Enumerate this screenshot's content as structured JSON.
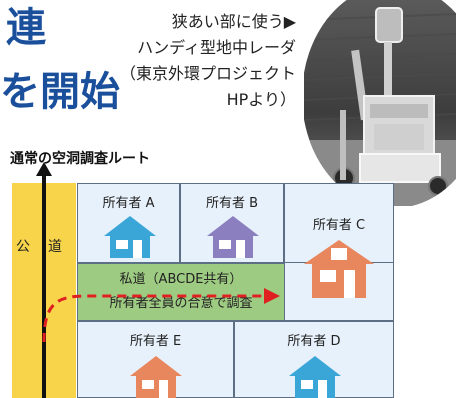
{
  "headline": {
    "line1_partial": "連",
    "line2_partial": "を開始"
  },
  "photo_caption": {
    "line1": "狭あい部に使う▶",
    "line2": "ハンディ型地中レーダ",
    "line3": "（東京外環プロジェクト",
    "line4": "HPより）"
  },
  "route_label": "通常の空洞調査ルート",
  "public_road": {
    "char1": "公",
    "char2": "道"
  },
  "private_road": {
    "line1": "私道（ABCDE共有）",
    "line2": "所有者全員の合意で調査"
  },
  "owners": {
    "a": "所有者 A",
    "b": "所有者 B",
    "c": "所有者 C",
    "d": "所有者 D",
    "e": "所有者 E"
  },
  "colors": {
    "headline": "#1a4f9c",
    "public_road": "#f7d44a",
    "private_road": "#9ecb82",
    "lot_fill": "#e7f1fb",
    "house_blue": "#3aa6d8",
    "house_purple": "#8b7fc0",
    "house_orange": "#e8875e",
    "survey_arrow": "#e02020"
  }
}
